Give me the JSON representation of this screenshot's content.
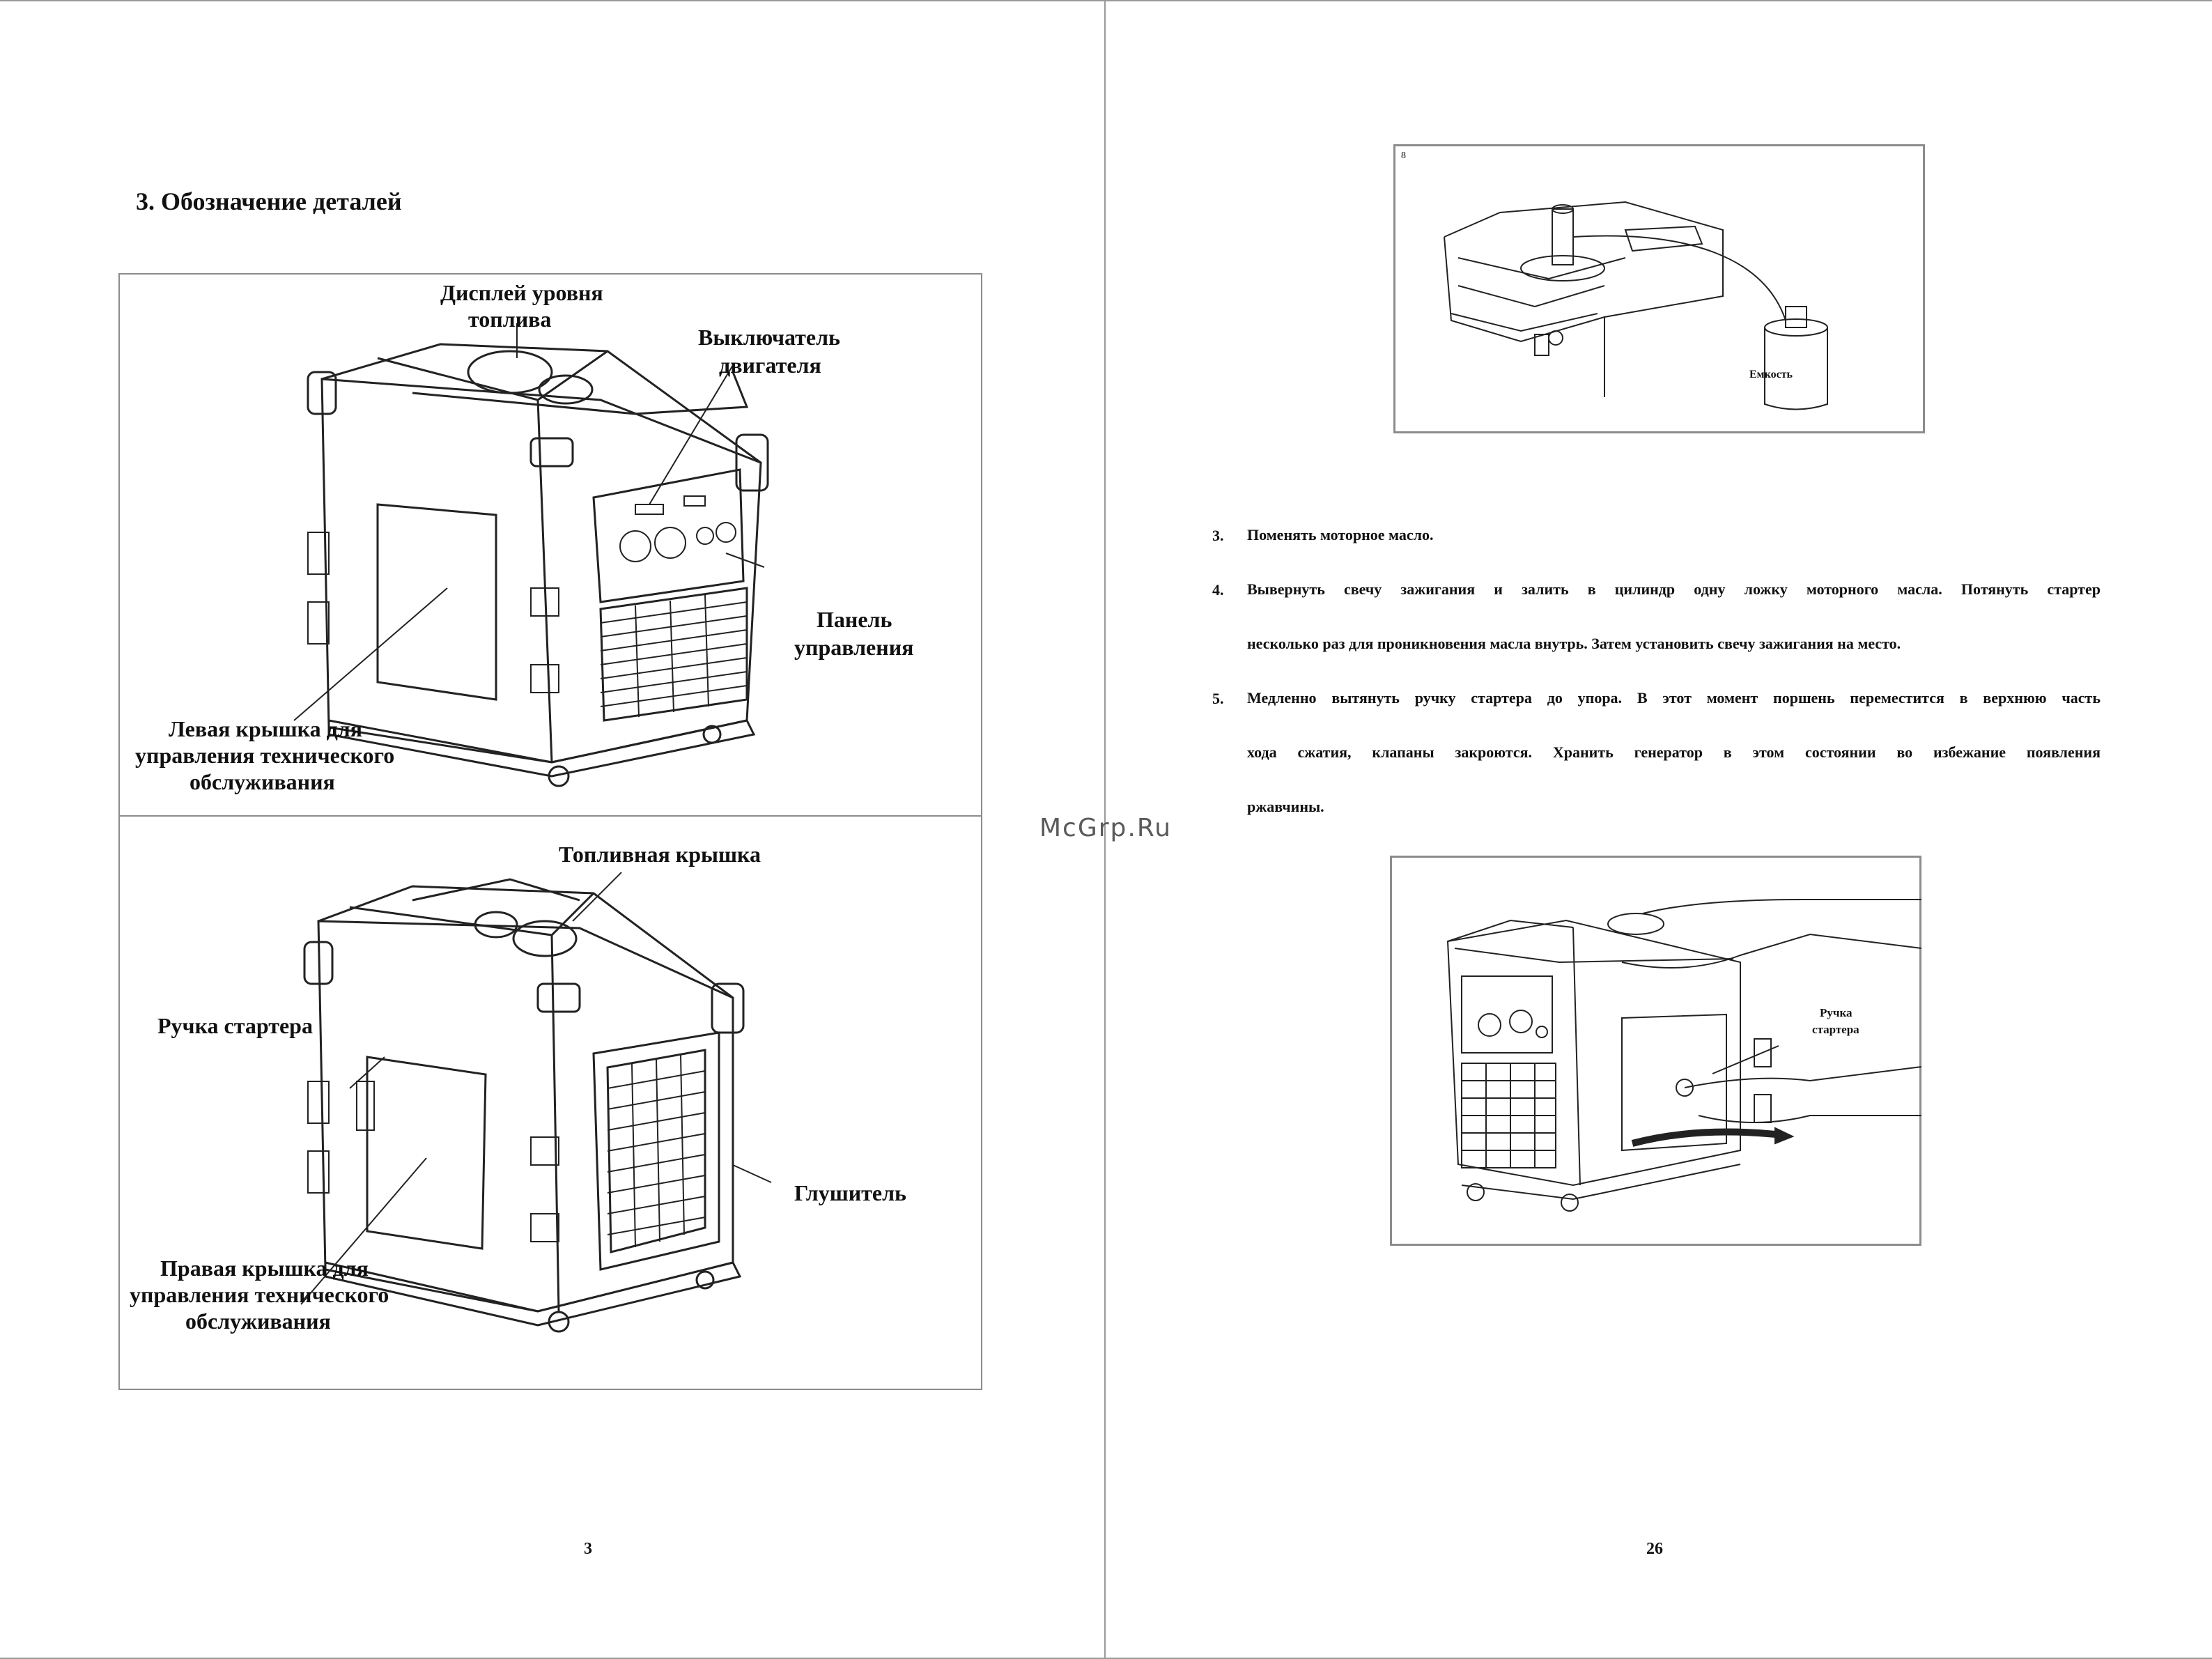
{
  "left_page": {
    "section_title": "3. Обозначение деталей",
    "page_number": "3",
    "figure_top": {
      "labels": {
        "fuel_display": [
          "Дисплей уровня",
          "топлива"
        ],
        "engine_switch": [
          "Выключатель",
          "двигателя"
        ],
        "control_panel": [
          "Панель",
          "управления"
        ],
        "left_cover": [
          "Левая крышка для",
          "управления технического",
          "обслуживания"
        ]
      }
    },
    "figure_bottom": {
      "labels": {
        "fuel_cap": "Топливная крышка",
        "starter_handle": "Ручка стартера",
        "muffler": "Глушитель",
        "right_cover": [
          "Правая крышка для",
          "управления технического",
          "обслуживания"
        ]
      }
    }
  },
  "watermark": "McGrp.Ru",
  "right_page": {
    "page_number": "26",
    "figure_top": {
      "corner_mark": "8",
      "container_label": "Емкость"
    },
    "steps": [
      {
        "num": "3.",
        "lines": [
          "Поменять моторное масло."
        ]
      },
      {
        "num": "4.",
        "lines": [
          "Вывернуть свечу зажигания и залить в цилиндр одну ложку моторного масла. Потянуть стартер",
          "несколько раз для проникновения масла внутрь. Затем установить свечу зажигания на место."
        ]
      },
      {
        "num": "5.",
        "lines": [
          "Медленно вытянуть ручку стартера до упора. В этот момент поршень переместится в верхнюю часть",
          "хода сжатия, клапаны закроются. Хранить генератор в этом состоянии во избежание появления",
          "ржавчины."
        ]
      }
    ],
    "figure_bottom": {
      "label": [
        "Ручка",
        "стартера"
      ]
    }
  }
}
